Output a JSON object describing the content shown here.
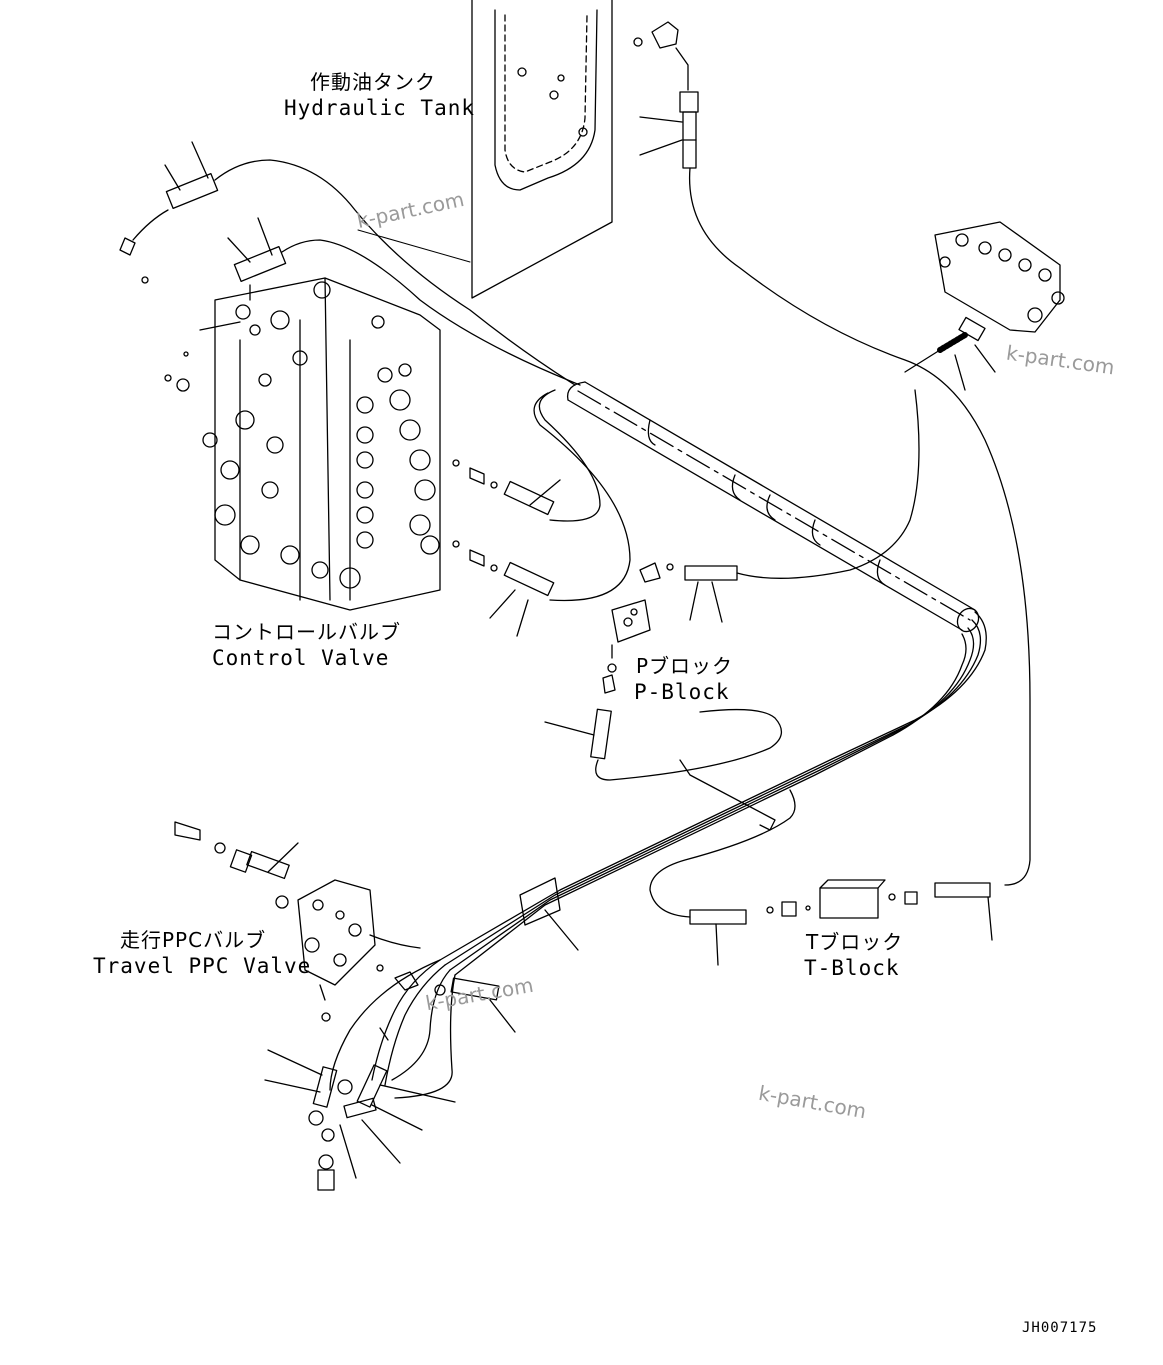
{
  "labels": {
    "tank_jp": "作動油タンク",
    "tank_en": "Hydraulic Tank",
    "control_valve_jp": "コントロールバルブ",
    "control_valve_en": "Control Valve",
    "pblock_jp": "Pブロック",
    "pblock_en": "P-Block",
    "tblock_jp": "Tブロック",
    "tblock_en": "T-Block",
    "travel_ppc_jp": "走行PPCバルブ",
    "travel_ppc_en": "Travel PPC Valve"
  },
  "watermarks": {
    "wm1": "k-part.com",
    "wm2": "k-part.com",
    "wm3": "k-part.com",
    "wm4": "k-part.com"
  },
  "drawing_code": "JH007175",
  "colors": {
    "ink": "#000000",
    "watermark": "#9a9a9a"
  }
}
